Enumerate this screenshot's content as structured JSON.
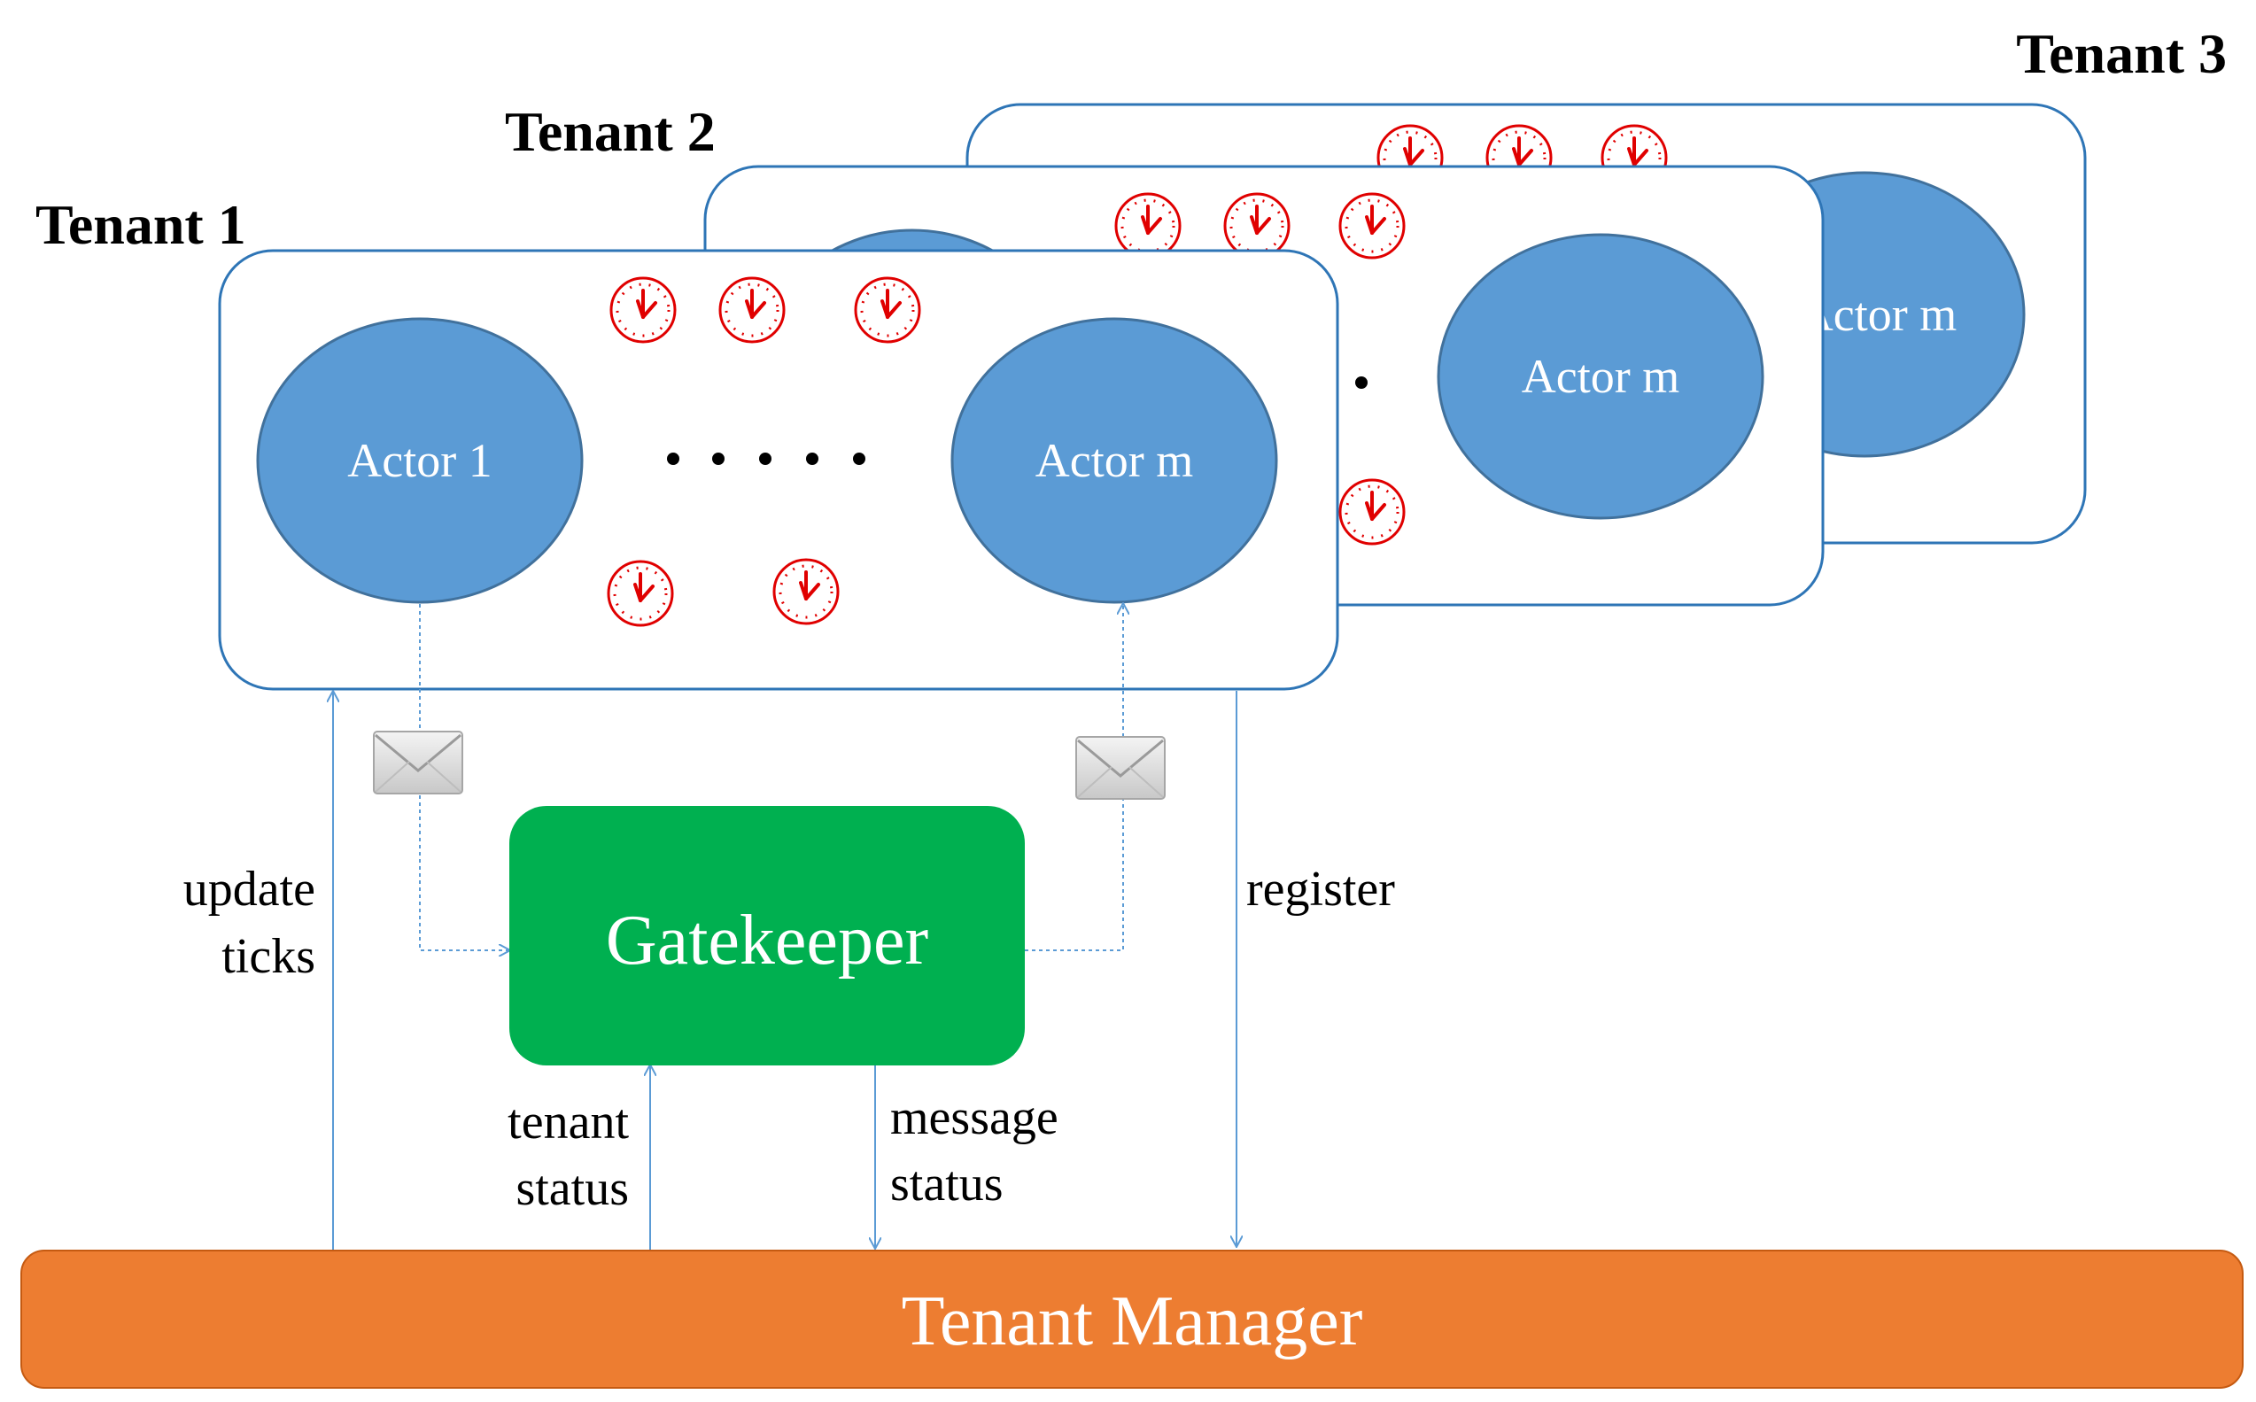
{
  "tenants": [
    {
      "id": "tenant-3",
      "label": "Tenant 3",
      "actor_label": "Actor m"
    },
    {
      "id": "tenant-2",
      "label": "Tenant 2",
      "actor_label": "Actor m"
    },
    {
      "id": "tenant-1",
      "label": "Tenant 1",
      "actor1_label": "Actor 1",
      "actorm_label": "Actor m"
    }
  ],
  "gatekeeper": {
    "label": "Gatekeeper",
    "color": "#00b050"
  },
  "tenant_manager": {
    "label": "Tenant Manager",
    "color": "#ed7d31"
  },
  "edges": {
    "update_ticks": [
      "update",
      "ticks"
    ],
    "register": "register",
    "tenant_status": [
      "tenant",
      "status"
    ],
    "message_status": [
      "message",
      "status"
    ]
  },
  "icons": [
    "clock-icon",
    "envelope-icon"
  ],
  "colors": {
    "actor": "#5b9bd5",
    "panel_border": "#2e75b6",
    "clock": "#e00000",
    "arrow": "#5b9bd5"
  }
}
